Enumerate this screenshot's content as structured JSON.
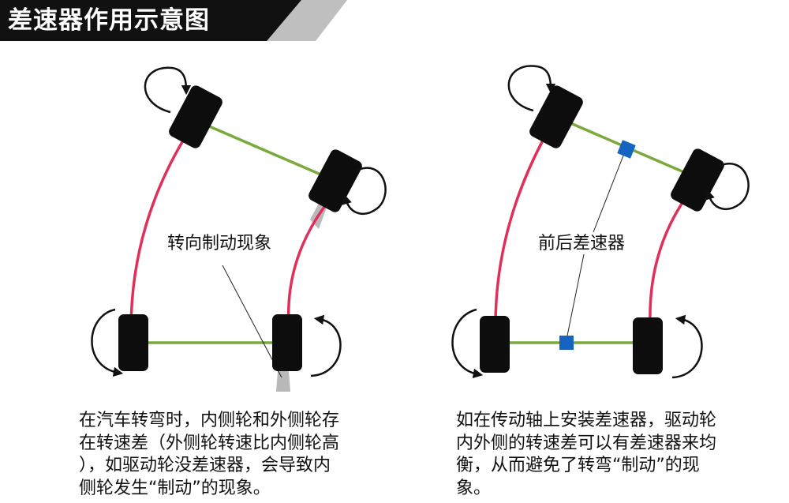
{
  "header": {
    "title": "差速器作用示意图",
    "bar_color": "#111111",
    "accent_color": "#bfbfbf"
  },
  "left_panel": {
    "label": "转向制动现象",
    "caption": "在汽车转弯时，内侧轮和外侧轮存\n在转速差（外侧轮转速比内侧轮高\n），如驱动轮没差速器，会导致内\n侧轮发生“制动”的现象。"
  },
  "right_panel": {
    "label": "前后差速器",
    "caption": "如在传动轴上安装差速器，驱动轮\n内外侧的转速差可以有差速器来均\n衡，从而避免了转弯“制动”的现\n象。"
  },
  "colors": {
    "wheel": "#0d0d0d",
    "axle": "#7aaa3c",
    "track": "#e0305a",
    "differential": "#1565c0",
    "skid": "#b9b9b9"
  },
  "icons": {
    "rotation": "curved-arrow-icon"
  }
}
